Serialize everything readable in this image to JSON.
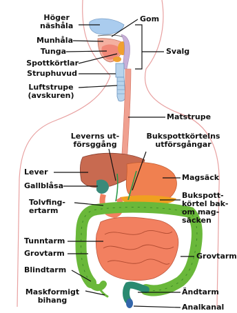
{
  "labels": {
    "hoger_nashala": "Höger\nnäshåla",
    "gom": "Gom",
    "munhala": "Munhåla",
    "tunga": "Tunga",
    "svalg": "Svalg",
    "spottkortlar": "Spottkörtlar",
    "struphuvud": "Struphuvud",
    "luftstrupe": "Luftstrupe\n(avskuren)",
    "matstrupe": "Matstrupe",
    "leverns_utforsgang": "Leverns ut-\nförsggång",
    "bukspottkortelns_utforsgangar": "Bukspottkörtelns\nutförsgångar",
    "lever": "Lever",
    "magsack": "Magsäck",
    "gallblasa": "Gallblåsa",
    "bukspottkortel": "Bukspott-\nkörtel bak-\nom mag-\nsäcken",
    "tolvfingertarm": "Tolvfing-\nertarm",
    "tunntarm": "Tunntarm",
    "grovtarm_left": "Grovtarm",
    "grovtarm_right": "Grovtarm",
    "blindtarm": "Blindtarm",
    "andtarm": "Ändtarm",
    "maskformigt_bihang": "Maskformigt\nbihang",
    "analkanal": "Analkanal"
  },
  "colors": {
    "body_outline": "#e8a0a0",
    "nasal": "#aaccee",
    "airway": "#b8d4ec",
    "mouth": "#f4b0a0",
    "tongue": "#f08878",
    "salivary": "#f0a030",
    "esophagus": "#f0a090",
    "liver": "#c86a50",
    "stomach": "#f08050",
    "gallbladder": "#3a8a7a",
    "pancreas": "#f0a020",
    "small_intestine": "#f28060",
    "large_intestine": "#6ab83a",
    "rectum": "#2a8a70",
    "anal": "#3366aa"
  }
}
